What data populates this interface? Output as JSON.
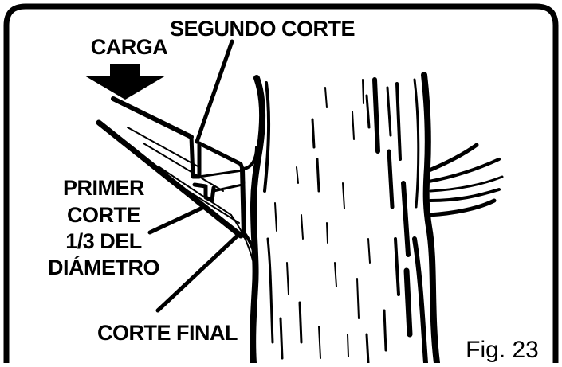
{
  "labels": {
    "load": "CARGA",
    "second_cut": "SEGUNDO CORTE",
    "first_cut_line1": "PRIMER",
    "first_cut_line2": "CORTE",
    "first_cut_line3": "1/3 DEL",
    "first_cut_line4": "DIÁMETRO",
    "final_cut": "CORTE FINAL"
  },
  "figure_number": "Fig. 23",
  "colors": {
    "ink": "#000000",
    "paper": "#ffffff"
  },
  "icons": {
    "load_arrow": "down-arrow-icon"
  }
}
